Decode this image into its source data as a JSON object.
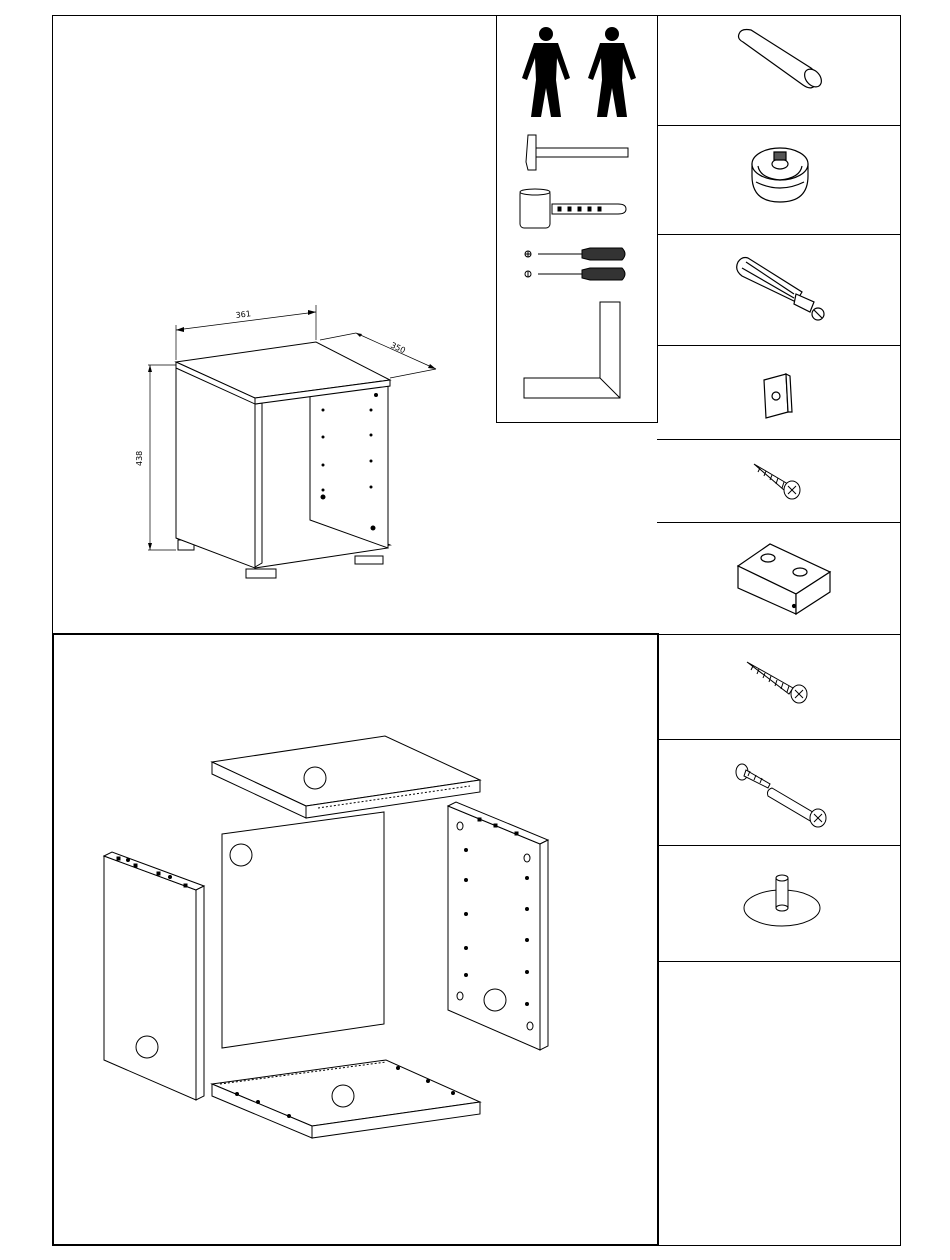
{
  "dimensions": {
    "width": "361",
    "depth": "350",
    "height": "438"
  },
  "tools": [
    "hammer-icon",
    "mallet-icon",
    "phillips-screwdriver-icon",
    "flat-screwdriver-icon",
    "allen-key-icon"
  ],
  "people": [
    "person-icon",
    "person-icon"
  ],
  "hardware": [
    "wooden-dowel-icon",
    "cam-lock-icon",
    "cam-bolt-icon",
    "square-plate-icon",
    "short-screw-icon",
    "support-block-icon",
    "long-screw-icon",
    "connector-bolt-icon",
    "glide-foot-icon"
  ]
}
